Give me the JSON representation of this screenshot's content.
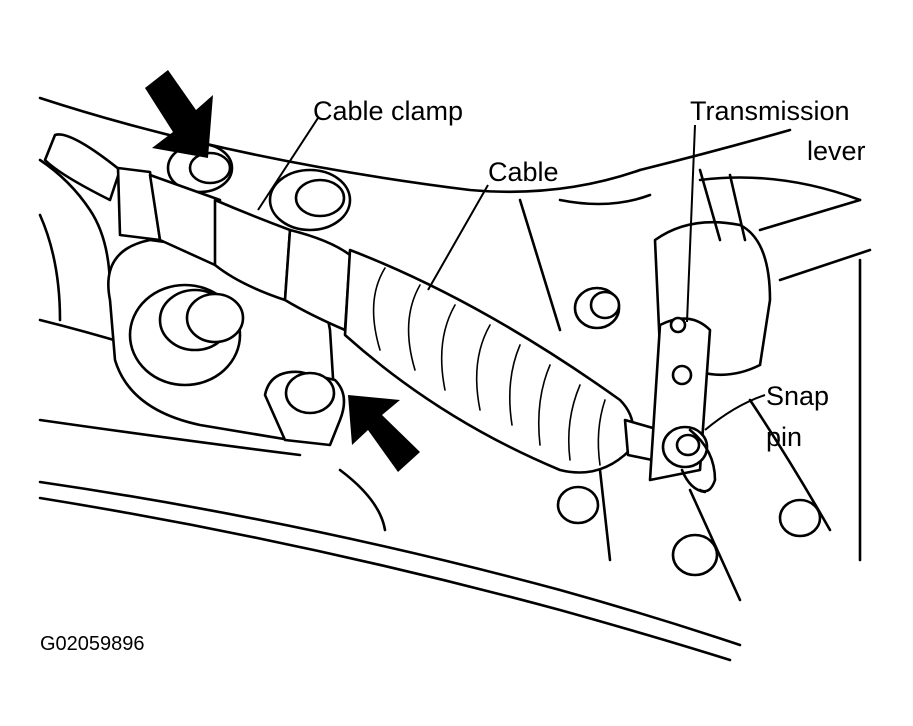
{
  "diagram": {
    "labels": {
      "cable_clamp": "Cable clamp",
      "cable": "Cable",
      "transmission_line1": "Transmission",
      "transmission_line2": "lever",
      "snap_line1": "Snap",
      "snap_line2": "pin"
    },
    "figure_code": "G02059896",
    "callout_arrows": 2,
    "ink_color": "#000000",
    "paper_color": "#ffffff"
  }
}
